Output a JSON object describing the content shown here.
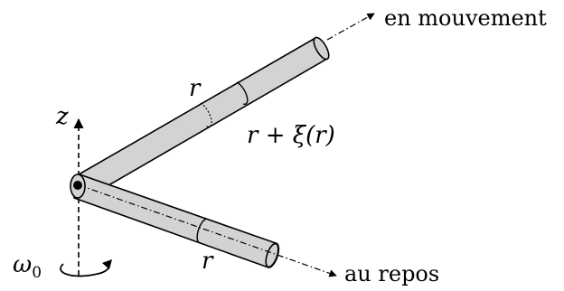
{
  "labels": {
    "moving_direction": "en mouvement",
    "rest_direction": "au repos",
    "z_axis": "z",
    "r_upper": "r",
    "r_plus_xi": "r + ξ(r)",
    "r_lower": "r",
    "omega": "ω",
    "omega_sub": "0"
  },
  "colors": {
    "rod_fill": "#d3d3d3",
    "stroke": "#000000",
    "background": "#ffffff"
  }
}
